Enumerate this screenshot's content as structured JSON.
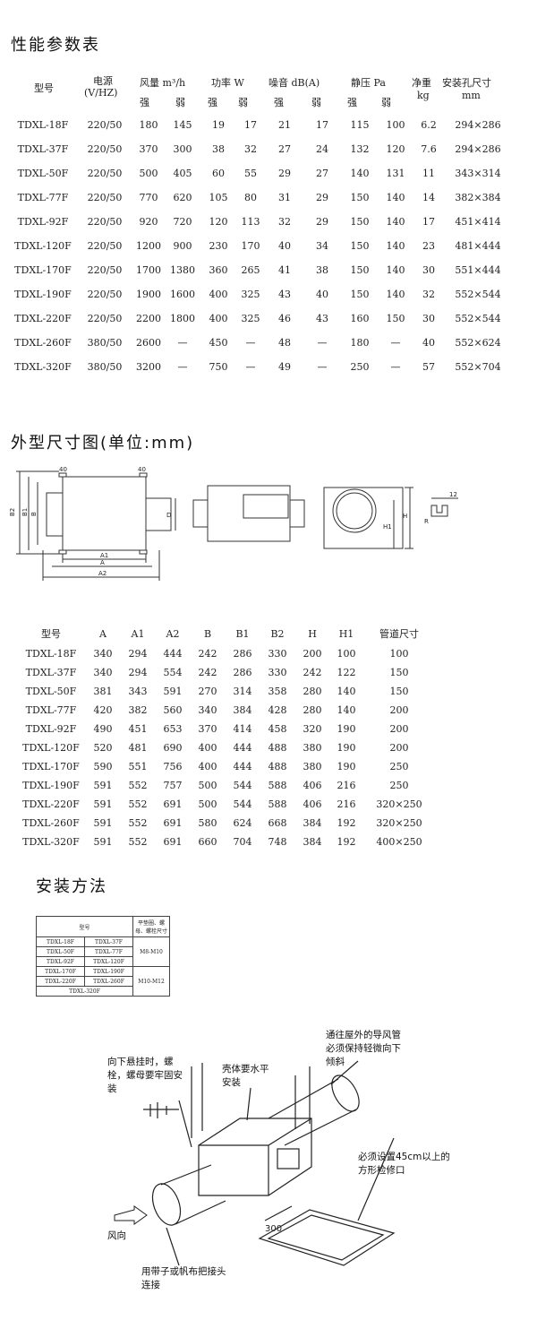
{
  "sections": {
    "performance_title": "性能参数表",
    "dimension_title": "外型尺寸图(单位:mm)",
    "install_title": "安装方法"
  },
  "performance": {
    "headers": {
      "model": "型号",
      "power_supply": "电源",
      "power_supply_unit": "(V/HZ)",
      "airflow": "风量 m³/h",
      "power": "功率 W",
      "noise": "噪音 dB(A)",
      "static_pressure": "静压 Pa",
      "net_weight": "净重",
      "net_weight_unit": "kg",
      "mounting_hole": "安装孔尺寸",
      "mounting_hole_unit": "mm",
      "strong": "强",
      "weak": "弱"
    },
    "rows": [
      [
        "TDXL-18F",
        "220/50",
        "180",
        "145",
        "19",
        "17",
        "21",
        "17",
        "115",
        "100",
        "6.2",
        "294×286"
      ],
      [
        "TDXL-37F",
        "220/50",
        "370",
        "300",
        "38",
        "32",
        "27",
        "24",
        "132",
        "120",
        "7.6",
        "294×286"
      ],
      [
        "TDXL-50F",
        "220/50",
        "500",
        "405",
        "60",
        "55",
        "29",
        "27",
        "140",
        "131",
        "11",
        "343×314"
      ],
      [
        "TDXL-77F",
        "220/50",
        "770",
        "620",
        "105",
        "80",
        "31",
        "29",
        "150",
        "140",
        "14",
        "382×384"
      ],
      [
        "TDXL-92F",
        "220/50",
        "920",
        "720",
        "120",
        "113",
        "32",
        "29",
        "150",
        "140",
        "17",
        "451×414"
      ],
      [
        "TDXL-120F",
        "220/50",
        "1200",
        "900",
        "230",
        "170",
        "40",
        "34",
        "150",
        "140",
        "23",
        "481×444"
      ],
      [
        "TDXL-170F",
        "220/50",
        "1700",
        "1380",
        "360",
        "265",
        "41",
        "38",
        "150",
        "140",
        "30",
        "551×444"
      ],
      [
        "TDXL-190F",
        "220/50",
        "1900",
        "1600",
        "400",
        "325",
        "43",
        "40",
        "150",
        "140",
        "32",
        "552×544"
      ],
      [
        "TDXL-220F",
        "220/50",
        "2200",
        "1800",
        "400",
        "325",
        "46",
        "43",
        "160",
        "150",
        "30",
        "552×544"
      ],
      [
        "TDXL-260F",
        "380/50",
        "2600",
        "—",
        "450",
        "—",
        "48",
        "—",
        "180",
        "—",
        "40",
        "552×624"
      ],
      [
        "TDXL-320F",
        "380/50",
        "3200",
        "—",
        "750",
        "—",
        "49",
        "—",
        "250",
        "—",
        "57",
        "552×704"
      ]
    ]
  },
  "drawing_labels": {
    "b2": "B2",
    "b1": "B1",
    "b": "B",
    "a1": "A1",
    "a": "A",
    "a2": "A2",
    "d": "D",
    "h": "H",
    "h1": "H1",
    "r": "R",
    "w12": "12",
    "m40a": "40",
    "m40b": "40"
  },
  "dimensions": {
    "headers": [
      "型号",
      "A",
      "A1",
      "A2",
      "B",
      "B1",
      "B2",
      "H",
      "H1",
      "管道尺寸"
    ],
    "rows": [
      [
        "TDXL-18F",
        "340",
        "294",
        "444",
        "242",
        "286",
        "330",
        "200",
        "100",
        "100"
      ],
      [
        "TDXL-37F",
        "340",
        "294",
        "554",
        "242",
        "286",
        "330",
        "242",
        "122",
        "150"
      ],
      [
        "TDXL-50F",
        "381",
        "343",
        "591",
        "270",
        "314",
        "358",
        "280",
        "140",
        "150"
      ],
      [
        "TDXL-77F",
        "420",
        "382",
        "560",
        "340",
        "384",
        "428",
        "280",
        "140",
        "200"
      ],
      [
        "TDXL-92F",
        "490",
        "451",
        "653",
        "370",
        "414",
        "458",
        "320",
        "190",
        "200"
      ],
      [
        "TDXL-120F",
        "520",
        "481",
        "690",
        "400",
        "444",
        "488",
        "380",
        "190",
        "200"
      ],
      [
        "TDXL-170F",
        "590",
        "551",
        "756",
        "400",
        "444",
        "488",
        "380",
        "190",
        "250"
      ],
      [
        "TDXL-190F",
        "591",
        "552",
        "757",
        "500",
        "544",
        "588",
        "406",
        "216",
        "250"
      ],
      [
        "TDXL-220F",
        "591",
        "552",
        "691",
        "500",
        "544",
        "588",
        "406",
        "216",
        "320×250"
      ],
      [
        "TDXL-260F",
        "591",
        "552",
        "691",
        "580",
        "624",
        "668",
        "384",
        "192",
        "320×250"
      ],
      [
        "TDXL-320F",
        "591",
        "552",
        "691",
        "660",
        "704",
        "748",
        "384",
        "192",
        "400×250"
      ]
    ]
  },
  "installation": {
    "table": {
      "model_header": "型号",
      "spec_header": "平垫圈、螺母、螺栓尺寸",
      "models_a": [
        "TDXL-18F",
        "TDXL-37F",
        "TDXL-50F",
        "TDXL-77F",
        "TDXL-92F",
        "TDXL-120F"
      ],
      "models_b": [
        "TDXL-170F",
        "TDXL-190F",
        "TDXL-220F",
        "TDXL-260F"
      ],
      "model_last": "TDXL-320F",
      "spec_a": "M8-M10",
      "spec_b": "M10-M12"
    },
    "notes": {
      "hang_bolts": "向下悬挂时，螺栓，螺母要牢固安装",
      "level": "壳体要水平安装",
      "duct_slope": "通往屋外的导风管必须保持轻微向下倾斜",
      "access_port": "必须设置45cm以上的方形检修口",
      "wind": "风向",
      "tape": "用带子或帆布把接头连接",
      "dim_300": "300"
    }
  }
}
